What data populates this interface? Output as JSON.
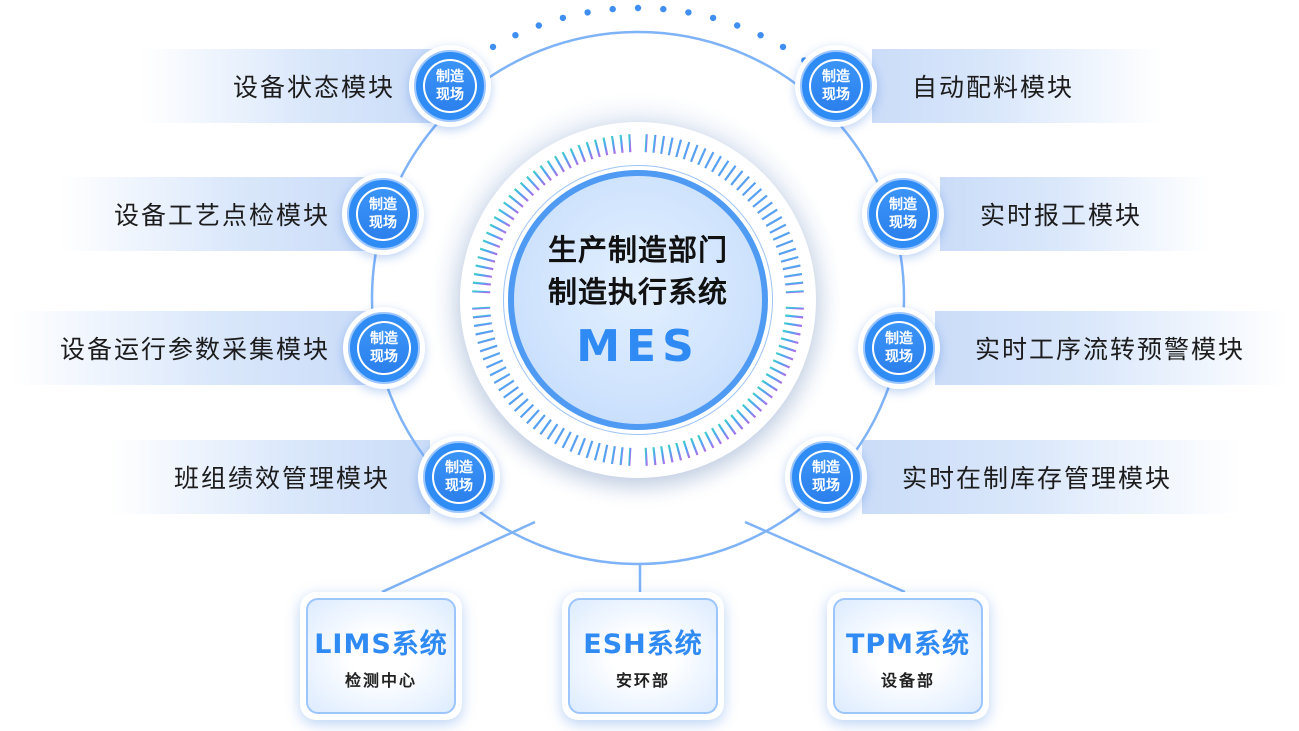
{
  "center": {
    "line1": "生产制造部门",
    "line2": "制造执行系统",
    "acronym": "MES"
  },
  "node_label": {
    "line1": "制造",
    "line2": "现场"
  },
  "left_modules": [
    {
      "label": "设备状态模块"
    },
    {
      "label": "设备工艺点检模块"
    },
    {
      "label": "设备运行参数采集模块"
    },
    {
      "label": "班组绩效管理模块"
    }
  ],
  "right_modules": [
    {
      "label": "自动配料模块"
    },
    {
      "label": "实时报工模块"
    },
    {
      "label": "实时工序流转预警模块"
    },
    {
      "label": "实时在制库存管理模块"
    }
  ],
  "systems": [
    {
      "title": "LIMS系统",
      "subtitle": "检测中心"
    },
    {
      "title": "ESH系统",
      "subtitle": "安环部"
    },
    {
      "title": "TPM系统",
      "subtitle": "设备部"
    }
  ],
  "colors": {
    "accent": "#2f8af3",
    "ring_line": "#7fb3f7",
    "banner": "#dbe8fb"
  }
}
